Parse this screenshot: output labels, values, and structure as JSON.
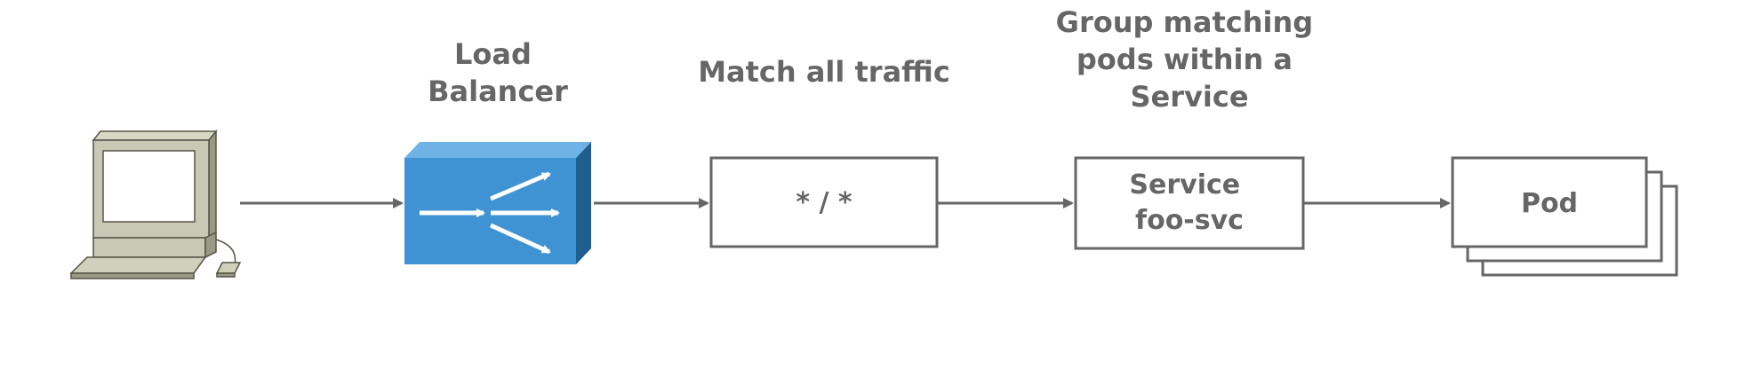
{
  "labels": {
    "load_balancer": [
      "Load",
      "Balancer"
    ],
    "match_all": "Match all traffic",
    "group_matching": [
      "Group matching",
      "pods within a",
      "Service"
    ]
  },
  "boxes": {
    "path_rule": "* / *",
    "service": [
      "Service",
      "foo-svc"
    ],
    "pod": "Pod"
  },
  "icons": {
    "client": "computer-icon",
    "load_balancer": "load-balancer-icon"
  },
  "colors": {
    "text": "#666666",
    "line": "#666666",
    "lb_blue": "#3f93d3",
    "lb_dark": "#1f5f8f",
    "computer_body": "#c8c8b4"
  }
}
